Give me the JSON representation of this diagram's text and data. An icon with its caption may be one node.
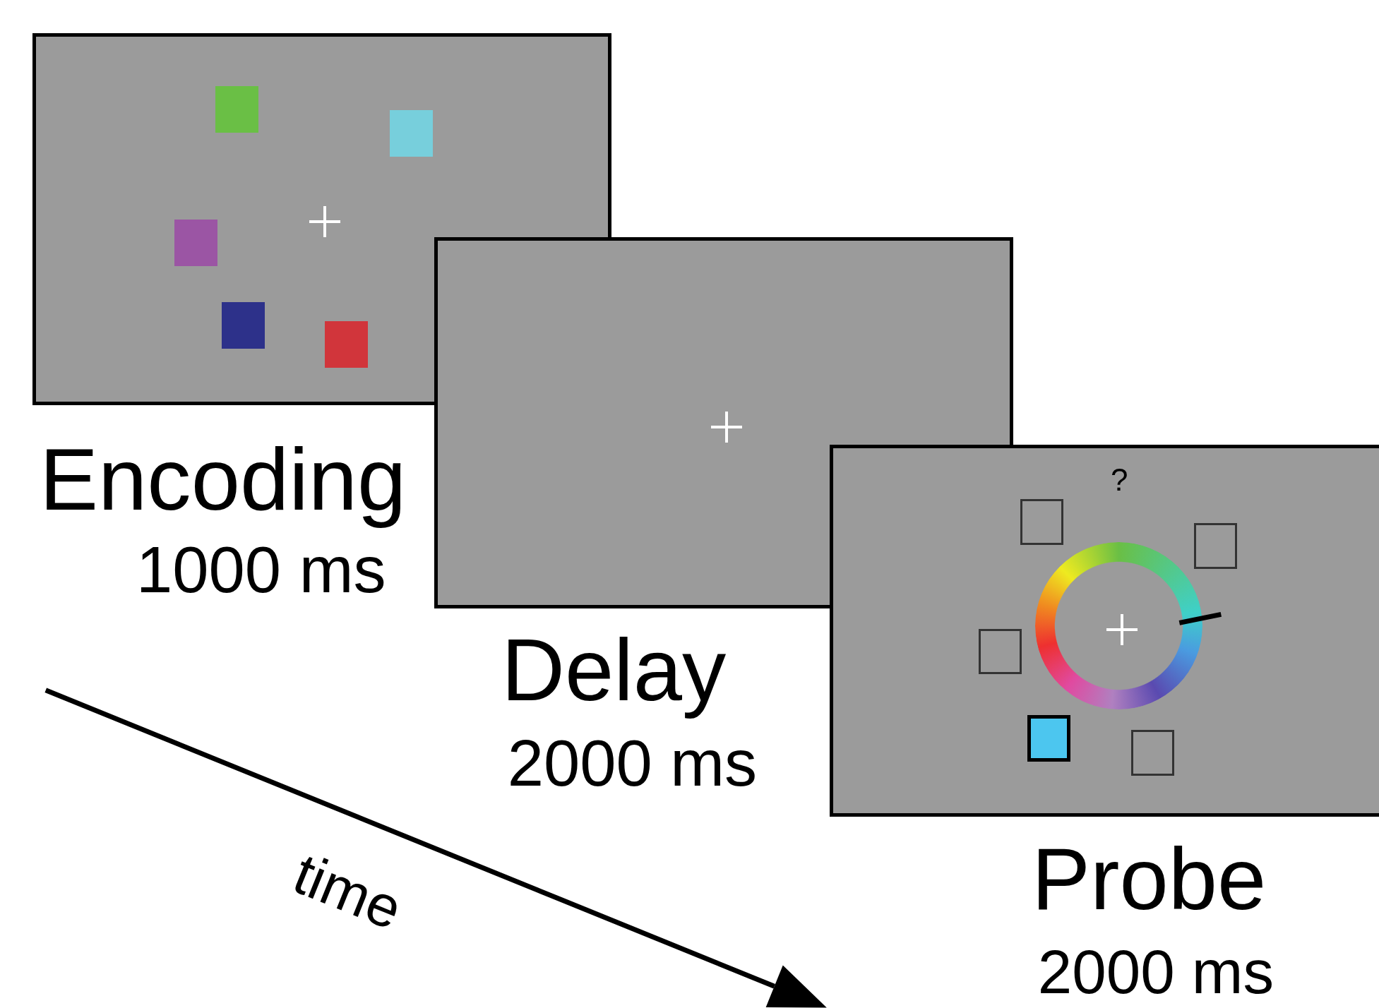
{
  "diagram": {
    "nodes": [
      {
        "text": [
          "Encoding",
          "1000 ms"
        ]
      },
      {
        "text": [
          "Delay",
          "2000 ms"
        ]
      },
      {
        "text": [
          "Probe",
          "2000 ms"
        ]
      }
    ],
    "labels": [
      "?",
      "time"
    ]
  }
}
